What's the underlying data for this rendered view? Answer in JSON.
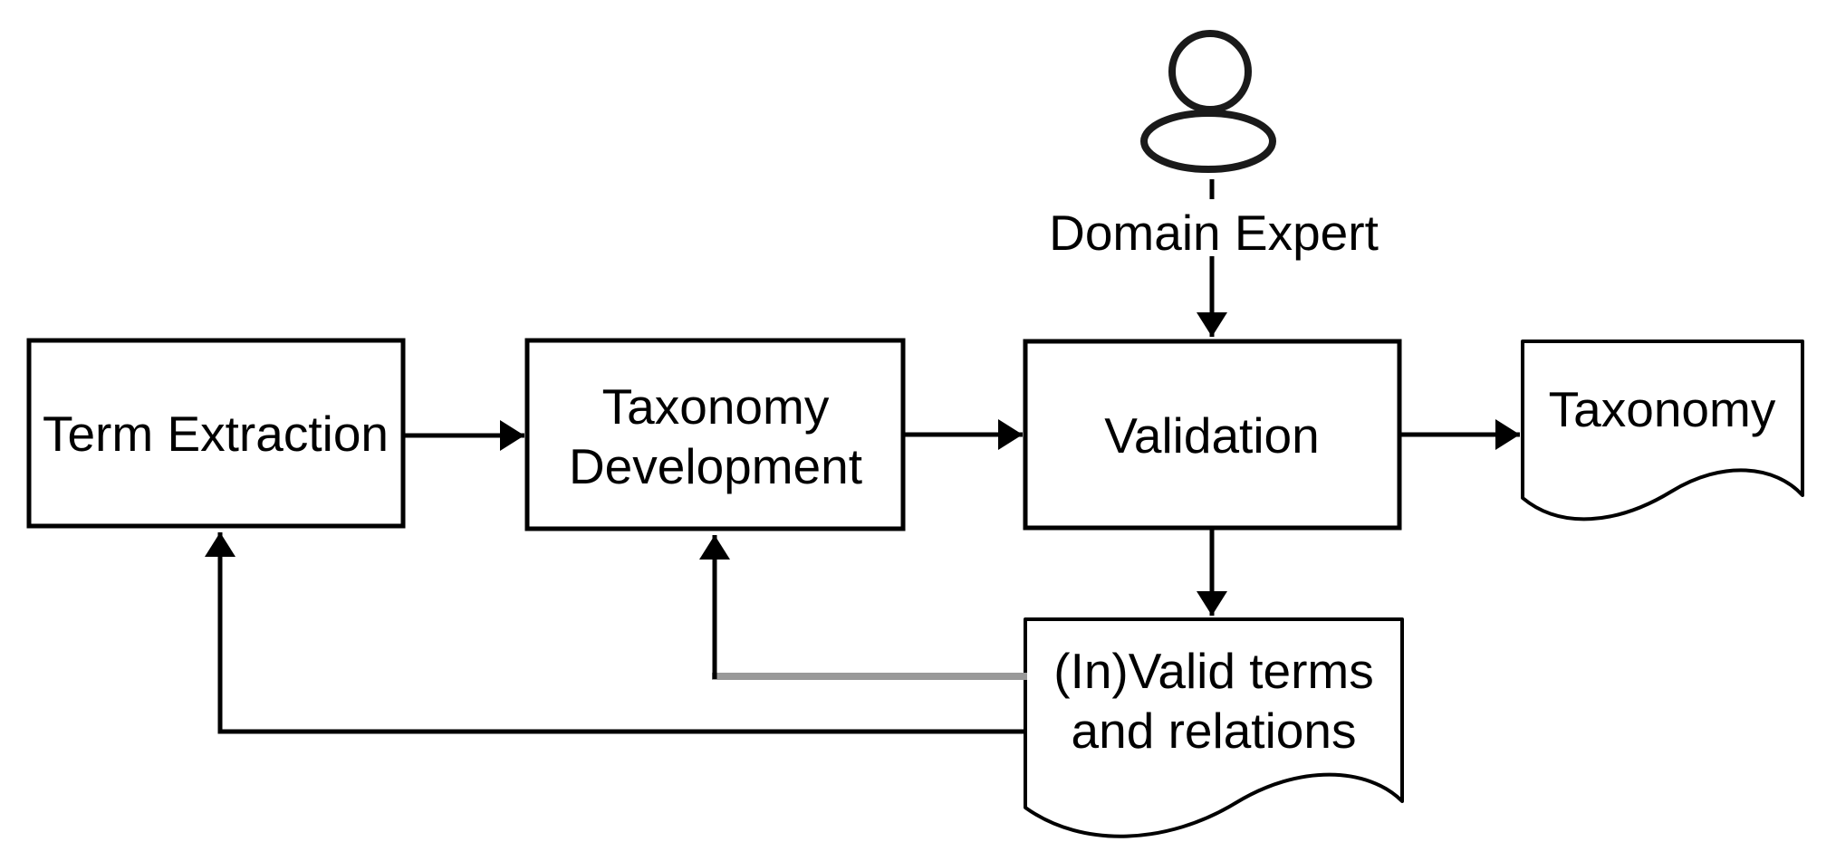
{
  "colors": {
    "background": "#ffffff",
    "line": "#000000",
    "text": "#000000",
    "gray_feedback_line": "#999999"
  },
  "actor": {
    "label": "Domain Expert",
    "icon": "person-icon"
  },
  "processes": {
    "term_extraction": {
      "label": "Term Extraction"
    },
    "taxonomy_development": {
      "line1": "Taxonomy",
      "line2": "Development"
    },
    "validation": {
      "label": "Validation"
    }
  },
  "documents": {
    "taxonomy": {
      "label": "Taxonomy"
    },
    "invalid_terms": {
      "line1": "(In)Valid terms",
      "line2": "and relations"
    }
  },
  "edges": [
    {
      "from": "term_extraction",
      "to": "taxonomy_development",
      "style": "solid-arrow"
    },
    {
      "from": "taxonomy_development",
      "to": "validation",
      "style": "solid-arrow"
    },
    {
      "from": "validation",
      "to": "taxonomy",
      "style": "solid-arrow"
    },
    {
      "from": "domain_expert",
      "to": "validation",
      "style": "dashed-link-then-arrow"
    },
    {
      "from": "validation",
      "to": "invalid_terms",
      "style": "solid-arrow"
    },
    {
      "from": "invalid_terms",
      "to": "taxonomy_development",
      "style": "elbow-arrow-gray-horizontal"
    },
    {
      "from": "invalid_terms",
      "to": "term_extraction",
      "style": "elbow-arrow"
    }
  ]
}
